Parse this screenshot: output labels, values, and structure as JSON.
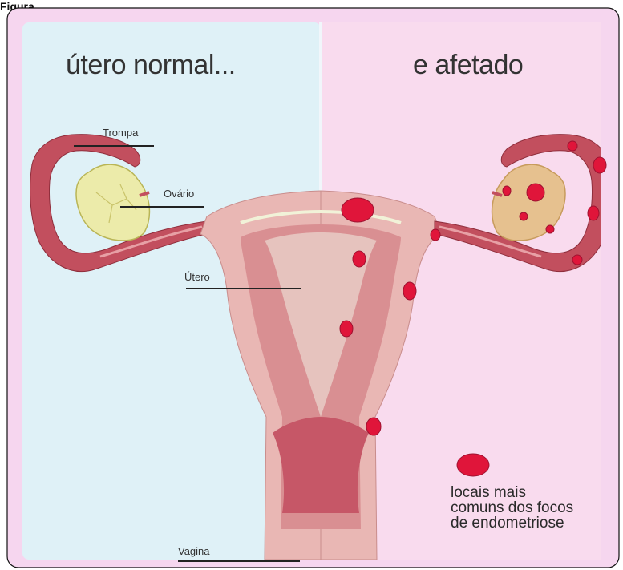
{
  "caption": "Figura",
  "left_panel": {
    "title": "útero normal..."
  },
  "right_panel": {
    "title": "e afetado"
  },
  "labels": {
    "trompa": "Trompa",
    "ovario": "Ovário",
    "utero": "Útero",
    "vagina": "Vagina"
  },
  "legend": {
    "line1": "locais mais",
    "line2": "comuns dos focos",
    "line3": "de endometriose"
  },
  "colors": {
    "left_bg": "#dff1f7",
    "right_bg": "#f9dbee",
    "tissue": "#c24f5e",
    "tissue_light": "#e9a3a3",
    "ovary": "#ecebaa",
    "lesion": "#e0153a"
  }
}
